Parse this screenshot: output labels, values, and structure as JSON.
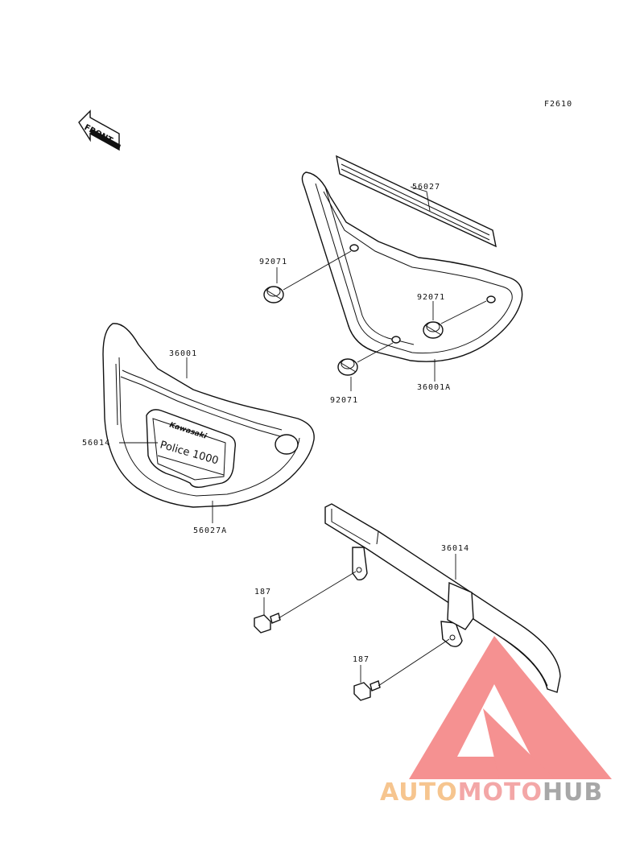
{
  "figure_code": "F2610",
  "front_arrow_label": "FRONT",
  "parts": {
    "p56027": "56027",
    "p92071_upper": "92071",
    "p92071_right": "92071",
    "p92071_lower": "92071",
    "p36001A": "36001A",
    "p36001": "36001",
    "p56014": "56014",
    "p56027A": "56027A",
    "p36014": "36014",
    "p187_upper": "187",
    "p187_lower": "187"
  },
  "emblem": {
    "brand": "Kawasaki",
    "model": "Police 1000"
  },
  "watermark": {
    "part1": "AUTO",
    "part2": "MOTO",
    "part3": "HUB",
    "color1": "#f4b26a",
    "color2": "#f08a8a",
    "color3": "#8a8a8a",
    "triangle_color": "#f26d6d"
  }
}
